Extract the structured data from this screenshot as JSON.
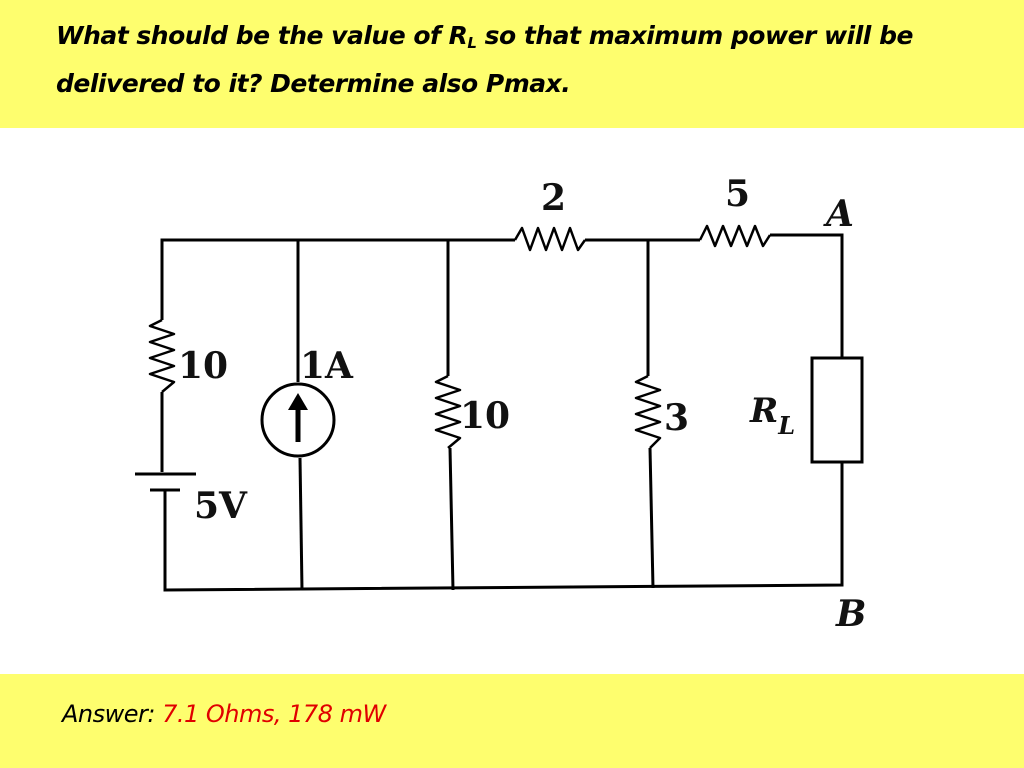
{
  "question": {
    "text_before": "What should be the value of R",
    "subscript": "L",
    "text_after": " so that maximum power will be delivered to it? Determine also Pmax."
  },
  "answer": {
    "label": "Answer: ",
    "value": "7.1 Ohms, 178 mW"
  },
  "circuit": {
    "r_left": "10",
    "current_source": "1A",
    "voltage_source": "5V",
    "r_mid": "10",
    "r_top_1": "2",
    "r_shunt": "3",
    "r_top_2": "5",
    "load": "R",
    "load_sub": "L",
    "node_a": "A",
    "node_b": "B"
  },
  "colors": {
    "banner": "#fefe6e",
    "answer_value": "#e00000"
  },
  "icons": [
    "current-source-arrow-icon",
    "battery-icon",
    "resistor-zigzag-icon"
  ]
}
